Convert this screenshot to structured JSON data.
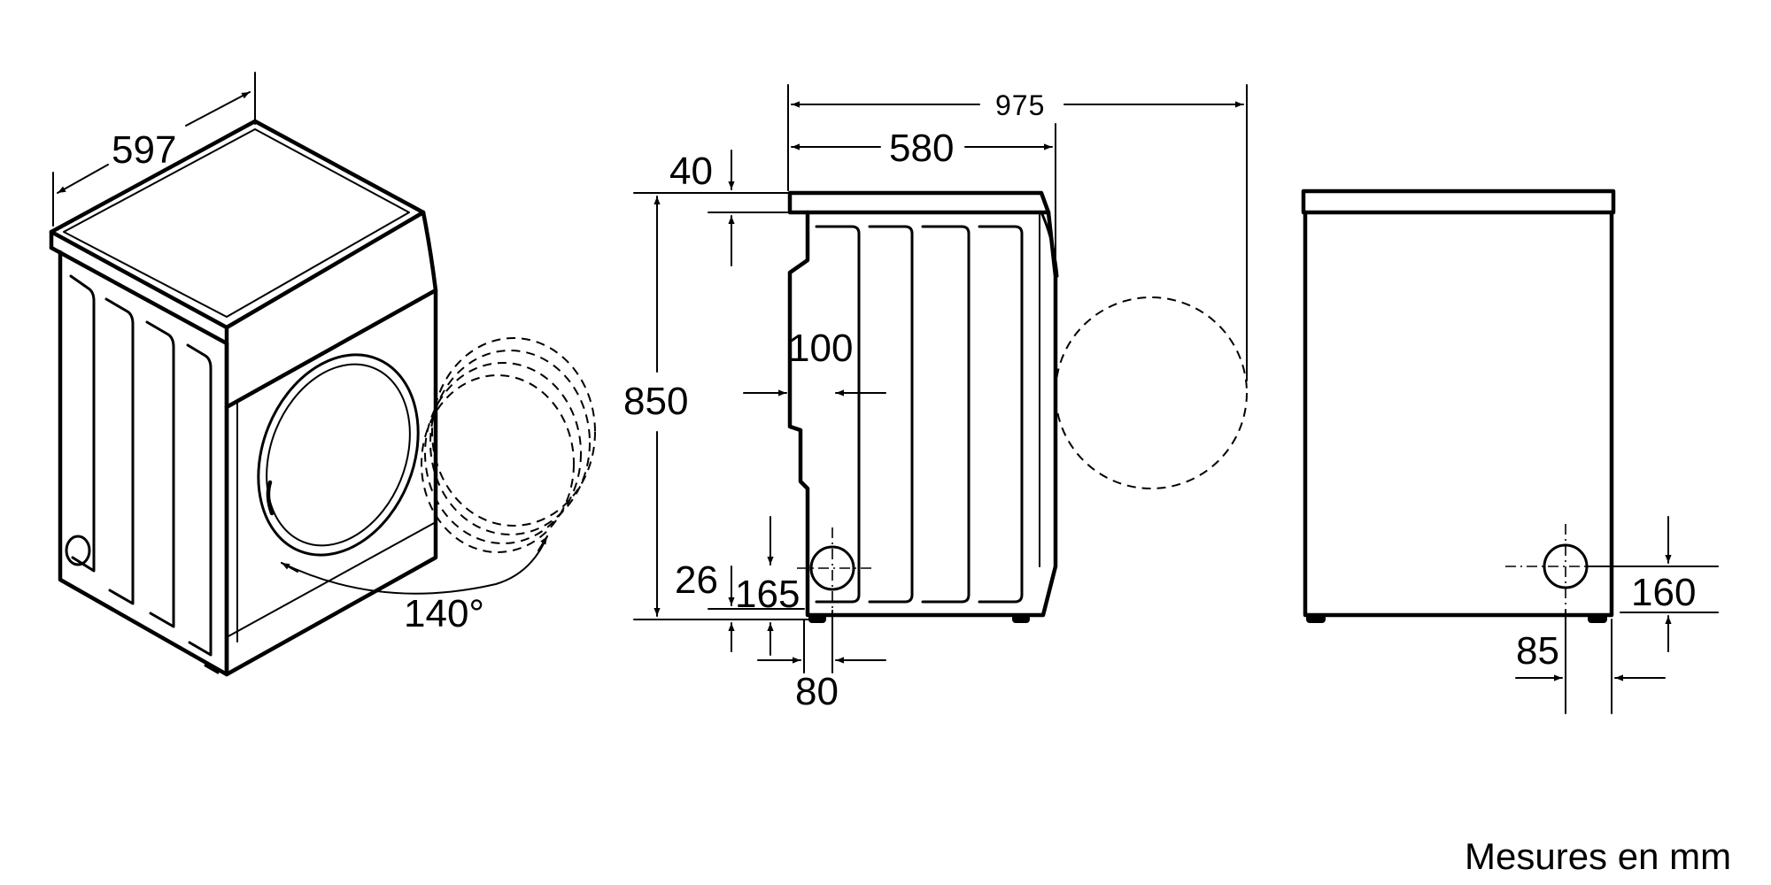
{
  "labels": {
    "width": "597",
    "door_angle": "140°",
    "depth_total": "975",
    "depth_body": "580",
    "top_offset": "40",
    "height": "850",
    "panel_inset": "100",
    "foot_height": "26",
    "drain_height_side": "165",
    "drain_offset_side": "80",
    "drain_height_back": "160",
    "drain_offset_back": "85"
  },
  "units_note": "Mesures en mm"
}
